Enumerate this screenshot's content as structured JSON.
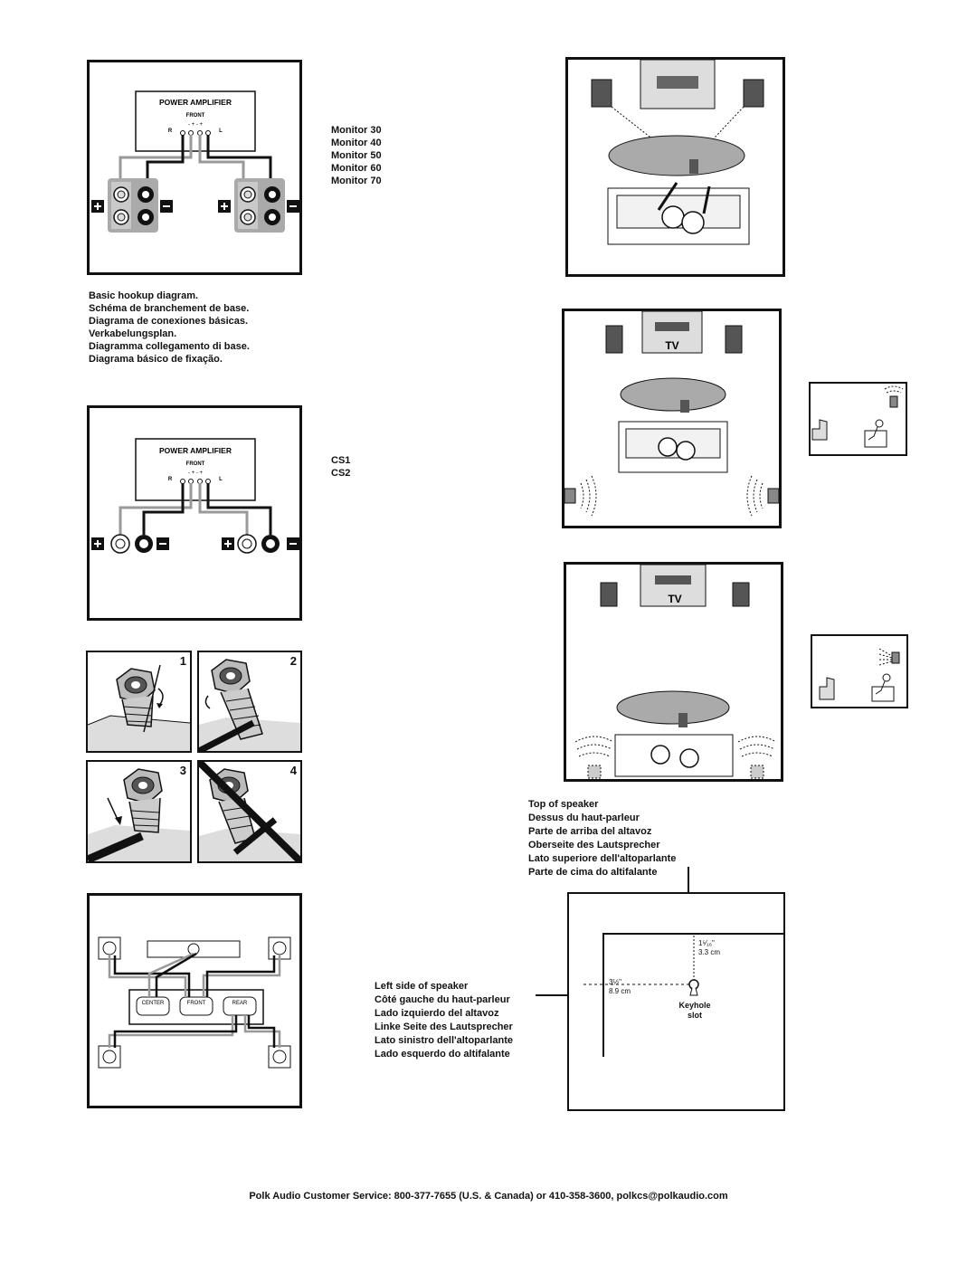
{
  "hookup1": {
    "amp_title": "POWER AMPLIFIER",
    "front": "FRONT",
    "r": "R",
    "l": "L",
    "terminals": "- + - +",
    "models": [
      "Monitor 30",
      "Monitor 40",
      "Monitor 50",
      "Monitor 60",
      "Monitor 70"
    ]
  },
  "captions_basic": [
    "Basic hookup diagram.",
    "Schéma de branchement de base.",
    "Diagrama de conexiones básicas.",
    "Verkabelungsplan.",
    "Diagramma collegamento di base.",
    "Diagrama básico de fixação."
  ],
  "hookup2": {
    "amp_title": "POWER AMPLIFIER",
    "front": "FRONT",
    "r": "R",
    "l": "L",
    "terminals": "- + - +",
    "models": [
      "CS1",
      "CS2"
    ]
  },
  "binding_steps": [
    "1",
    "2",
    "3",
    "4"
  ],
  "receiver": {
    "center": "CENTER",
    "front": "FRONT",
    "rear": "REAR"
  },
  "room": {
    "tv_label": "TV"
  },
  "top_of_speaker": [
    "Top of speaker",
    "Dessus du haut-parleur",
    "Parte de arriba del altavoz",
    "Oberseite des Lautsprecher",
    "Lato superiore dell'altoparlante",
    "Parte de cima do altifalante"
  ],
  "left_side_of_speaker": [
    "Left side of speaker",
    "Côté gauche du haut-parleur",
    "Lado izquierdo del altavoz",
    "Linke Seite des Lautsprecher",
    "Lato sinistro dell'altoparlante",
    "Lado esquerdo do altifalante"
  ],
  "keyhole": {
    "vert_dim_in": "1⁵⁄₁₆\"",
    "vert_dim_cm": "3.3 cm",
    "horiz_dim_in": "3½\"",
    "horiz_dim_cm": "8.9 cm",
    "label_line1": "Keyhole",
    "label_line2": "slot"
  },
  "footer": "Polk Audio Customer Service: 800-377-7655 (U.S. & Canada) or 410-358-3600, polkcs@polkaudio.com"
}
